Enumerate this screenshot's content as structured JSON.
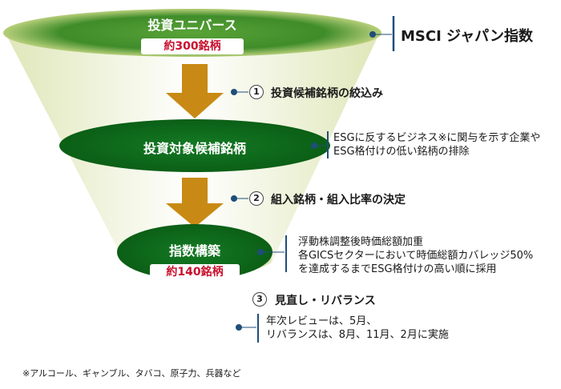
{
  "universe": {
    "title": "投資ユニバース",
    "count": "約300銘柄",
    "index_name": "MSCI ジャパン指数"
  },
  "steps": [
    {
      "number": "1",
      "label": "投資候補銘柄の絞込み"
    },
    {
      "number": "2",
      "label": "組入銘柄・組入比率の決定"
    },
    {
      "number": "3",
      "label": "見直し・リバランス"
    }
  ],
  "candidates": {
    "title": "投資対象候補銘柄",
    "description": [
      "ESGに反するビジネス※に関与を示す企業や",
      "ESG格付けの低い銘柄の排除"
    ]
  },
  "index": {
    "title": "指数構築",
    "count": "約140銘柄",
    "description": [
      "浮動株調整後時価総額加重",
      "各GICSセクターにおいて時価総額カバレッジ50%",
      "を達成するまでESG格付けの高い順に採用"
    ]
  },
  "review": {
    "description": [
      "年次レビューは、5月、",
      "リバランスは、8月、11月、2月に実施"
    ]
  },
  "footnote": "※アルコール、ギャンブル、タバコ、原子力、兵器など",
  "colors": {
    "green_dark": "#0d6e1a",
    "green_light": "#e6edc9",
    "arrow": "#c88a14",
    "badge_text": "#c8102e",
    "connector": "#1f4e79"
  }
}
